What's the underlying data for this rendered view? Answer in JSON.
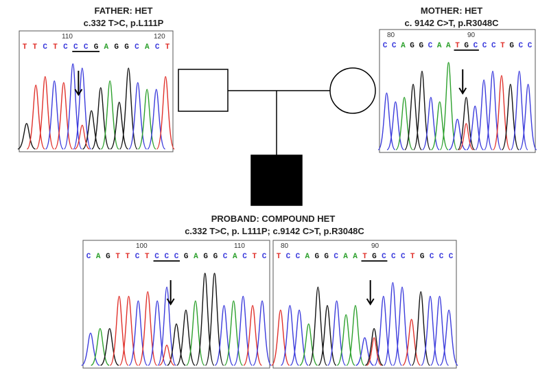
{
  "colors": {
    "A": "#2ca02c",
    "C": "#3b3bdc",
    "G": "#111111",
    "T": "#e0302a",
    "pedigree": "#000000"
  },
  "father": {
    "title": "FATHER: HET",
    "variant": "c.332 T>C, p.L111P",
    "positions": [
      "110",
      "120"
    ],
    "bases": [
      "T",
      "T",
      "C",
      "T",
      "C",
      "C",
      "C",
      "G",
      "A",
      "G",
      "G",
      "C",
      "A",
      "C",
      "T"
    ],
    "peaks": [
      {
        "b": "G",
        "h": 0.3
      },
      {
        "b": "T",
        "h": 0.75
      },
      {
        "b": "T",
        "h": 0.85
      },
      {
        "b": "C",
        "h": 0.8
      },
      {
        "b": "T",
        "h": 0.78
      },
      {
        "b": "C",
        "h": 1.0
      },
      {
        "b": "C",
        "h": 0.95
      },
      {
        "b": "G",
        "h": 0.45
      },
      {
        "b": "G",
        "h": 0.72
      },
      {
        "b": "A",
        "h": 0.8
      },
      {
        "b": "G",
        "h": 0.55
      },
      {
        "b": "G",
        "h": 0.95
      },
      {
        "b": "C",
        "h": 0.78
      },
      {
        "b": "A",
        "h": 0.7
      },
      {
        "b": "C",
        "h": 0.7
      },
      {
        "b": "T",
        "h": 0.85
      }
    ],
    "het_overlay": {
      "b": "T",
      "h": 0.28
    }
  },
  "mother": {
    "title": "MOTHER: HET",
    "variant": "c. 9142 C>T, p.R3048C",
    "positions": [
      "80",
      "90"
    ],
    "bases": [
      "C",
      "C",
      "A",
      "G",
      "G",
      "C",
      "A",
      "A",
      "T",
      "G",
      "C",
      "C",
      "C",
      "T",
      "G",
      "C",
      "C"
    ],
    "peaks": [
      {
        "b": "C",
        "h": 0.65
      },
      {
        "b": "C",
        "h": 0.55
      },
      {
        "b": "A",
        "h": 0.6
      },
      {
        "b": "G",
        "h": 0.75
      },
      {
        "b": "G",
        "h": 0.9
      },
      {
        "b": "C",
        "h": 0.6
      },
      {
        "b": "A",
        "h": 0.55
      },
      {
        "b": "A",
        "h": 1.0
      },
      {
        "b": "C",
        "h": 0.35
      },
      {
        "b": "G",
        "h": 0.6
      },
      {
        "b": "C",
        "h": 0.5
      },
      {
        "b": "C",
        "h": 0.8
      },
      {
        "b": "C",
        "h": 0.9
      },
      {
        "b": "T",
        "h": 0.85
      },
      {
        "b": "G",
        "h": 0.75
      },
      {
        "b": "C",
        "h": 0.9
      },
      {
        "b": "C",
        "h": 0.75
      }
    ],
    "het_overlay": {
      "b": "T",
      "h": 0.3
    }
  },
  "proband": {
    "title": "PROBAND: COMPOUND HET",
    "variant": "c.332 T>C, p. L111P;  c.9142 C>T, p.R3048C",
    "left": {
      "positions": [
        "100",
        "110"
      ],
      "bases": [
        "C",
        "A",
        "G",
        "T",
        "T",
        "C",
        "T",
        "C",
        "C",
        "C",
        "G",
        "A",
        "G",
        "G",
        "C",
        "A",
        "C",
        "T",
        "C"
      ],
      "peaks": [
        {
          "b": "C",
          "h": 0.35
        },
        {
          "b": "A",
          "h": 0.4
        },
        {
          "b": "G",
          "h": 0.4
        },
        {
          "b": "T",
          "h": 0.75
        },
        {
          "b": "T",
          "h": 0.75
        },
        {
          "b": "C",
          "h": 0.7
        },
        {
          "b": "T",
          "h": 0.8
        },
        {
          "b": "C",
          "h": 0.7
        },
        {
          "b": "C",
          "h": 0.85
        },
        {
          "b": "G",
          "h": 0.45
        },
        {
          "b": "G",
          "h": 0.6
        },
        {
          "b": "A",
          "h": 0.7
        },
        {
          "b": "G",
          "h": 1.0
        },
        {
          "b": "G",
          "h": 1.0
        },
        {
          "b": "C",
          "h": 0.65
        },
        {
          "b": "A",
          "h": 0.7
        },
        {
          "b": "C",
          "h": 0.75
        },
        {
          "b": "T",
          "h": 0.65
        },
        {
          "b": "C",
          "h": 0.7
        }
      ],
      "het_overlay": {
        "b": "T",
        "h": 0.22
      }
    },
    "right": {
      "positions": [
        "80",
        "90"
      ],
      "bases": [
        "T",
        "C",
        "C",
        "A",
        "G",
        "G",
        "C",
        "A",
        "A",
        "T",
        "G",
        "C",
        "C",
        "C",
        "T",
        "G",
        "C",
        "C",
        "C"
      ],
      "peaks": [
        {
          "b": "T",
          "h": 0.6
        },
        {
          "b": "C",
          "h": 0.65
        },
        {
          "b": "C",
          "h": 0.6
        },
        {
          "b": "A",
          "h": 0.45
        },
        {
          "b": "G",
          "h": 0.85
        },
        {
          "b": "G",
          "h": 0.65
        },
        {
          "b": "C",
          "h": 0.7
        },
        {
          "b": "A",
          "h": 0.55
        },
        {
          "b": "A",
          "h": 0.65
        },
        {
          "b": "C",
          "h": 0.3
        },
        {
          "b": "G",
          "h": 0.4
        },
        {
          "b": "C",
          "h": 0.75
        },
        {
          "b": "C",
          "h": 0.9
        },
        {
          "b": "C",
          "h": 0.85
        },
        {
          "b": "T",
          "h": 0.5
        },
        {
          "b": "G",
          "h": 0.8
        },
        {
          "b": "C",
          "h": 0.75
        },
        {
          "b": "C",
          "h": 0.75
        },
        {
          "b": "C",
          "h": 0.6
        }
      ],
      "het_overlay": {
        "b": "T",
        "h": 0.3
      }
    }
  }
}
